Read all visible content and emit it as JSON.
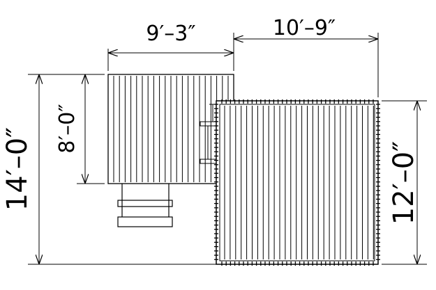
{
  "dimensions": {
    "small_deck_width": "9′–3″",
    "large_deck_width": "10′–9″",
    "small_deck_depth": "8′–0″",
    "total_depth": "14′–0″",
    "large_deck_depth": "12′–0″"
  },
  "colors": {
    "line": "#000000",
    "background": "#ffffff"
  }
}
